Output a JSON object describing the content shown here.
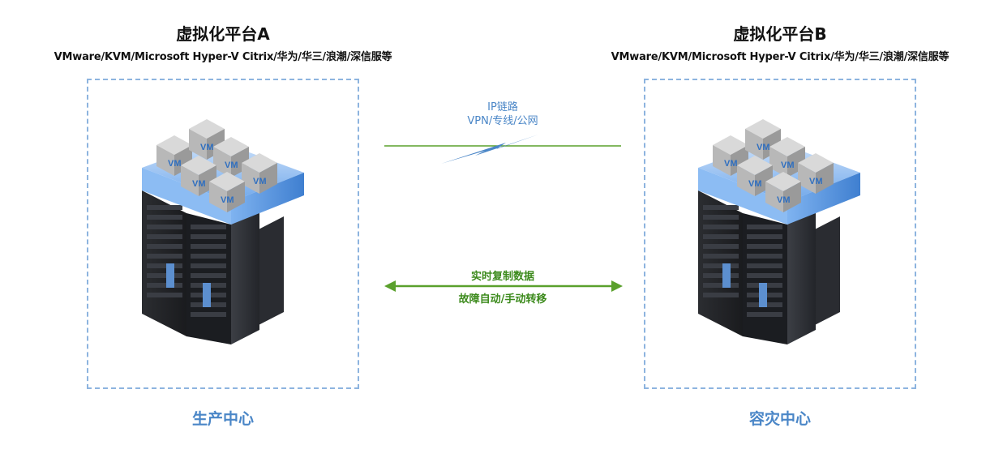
{
  "platform_a": {
    "title": "虚拟化平台A",
    "subtitle": "VMware/KVM/Microsoft Hyper-V Citrix/华为/华三/浪潮/深信服等",
    "center_name": "生产中心"
  },
  "platform_b": {
    "title": "虚拟化平台B",
    "subtitle": "VMware/KVM/Microsoft Hyper-V Citrix/华为/华三/浪潮/深信服等",
    "center_name": "容灾中心"
  },
  "vm_label": "VM",
  "link": {
    "line1": "IP链路",
    "line2": "VPN/专线/公网"
  },
  "replication": {
    "line1": "实时复制数据",
    "line2": "故障自动/手动转移"
  },
  "colors": {
    "accent_blue": "#4a86c7",
    "box_border": "#8db4df",
    "green": "#5aa02c",
    "bolt_blue": "#4a86c7"
  }
}
